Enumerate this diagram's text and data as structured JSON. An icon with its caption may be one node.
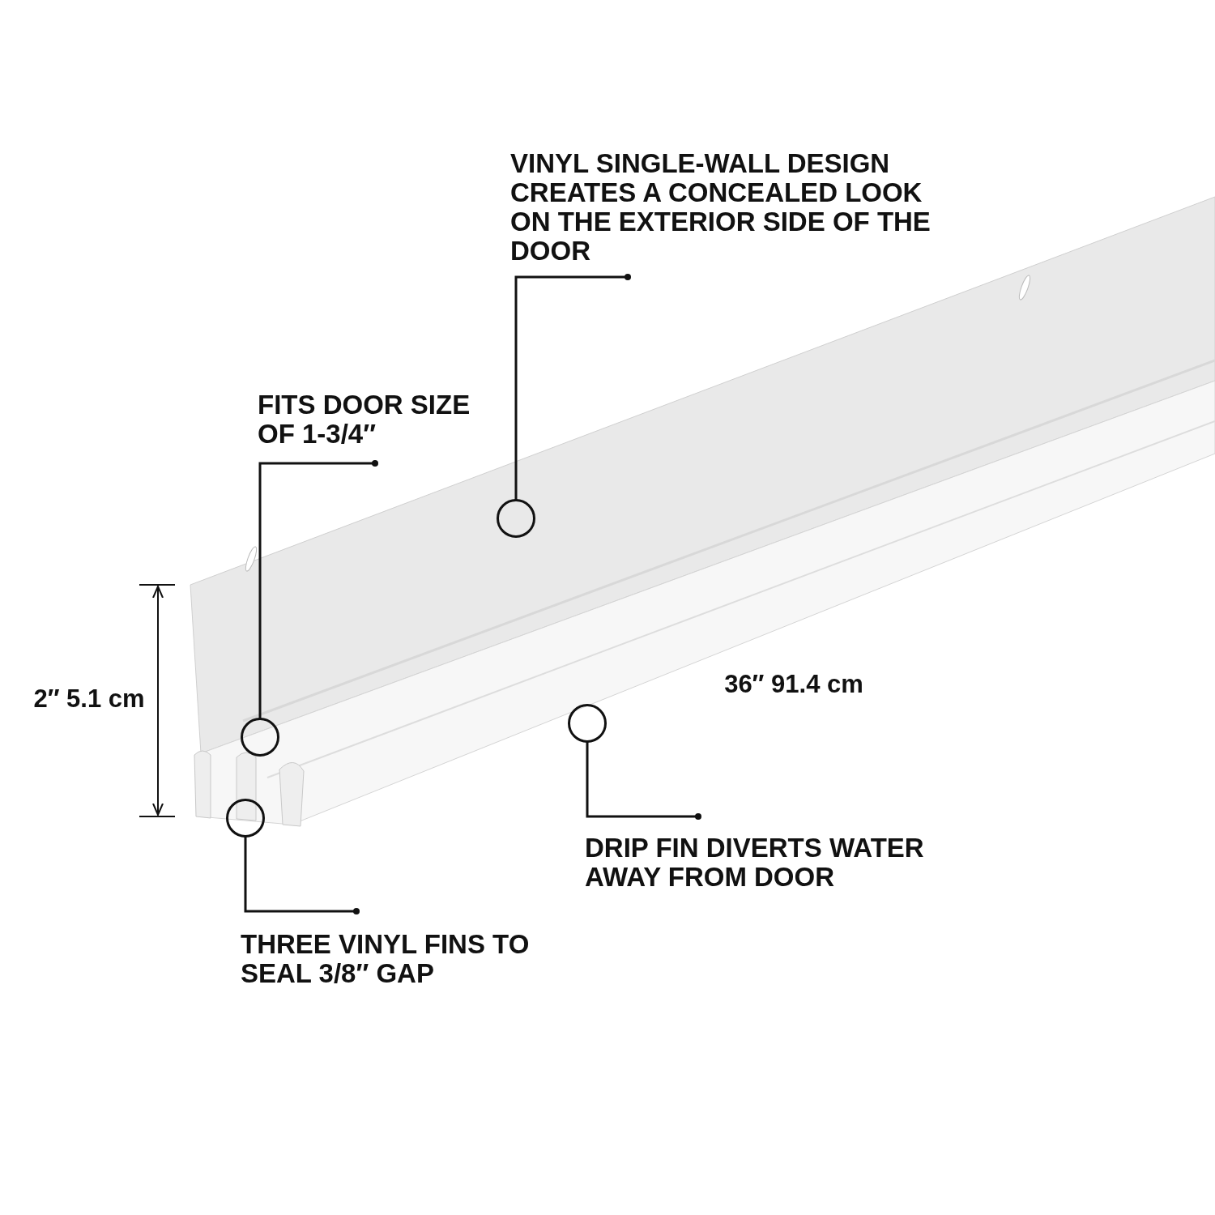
{
  "diagram": {
    "nodes": [
      {
        "text": [
          "VINYL SINGLE-WALL DESIGN CREATES A CONCEALED LOOK ON THE EXTERIOR SIDE OF THE DOOR"
        ]
      },
      {
        "text": [],
        "shape": "circle"
      },
      {
        "text": [
          "FITS DOOR SIZE OF 1-3/4″"
        ]
      },
      {
        "text": [],
        "shape": "circle"
      },
      {
        "text": [
          "DRIP FIN DIVERTS WATER AWAY FROM DOOR"
        ]
      },
      {
        "text": [],
        "shape": "circle"
      },
      {
        "text": [
          "THREE VINYL FINS TO SEAL 3/8″ GAP"
        ]
      },
      {
        "text": [],
        "shape": "circle"
      }
    ],
    "edges": [
      {
        "from": 0,
        "to": 1,
        "arrow": "other"
      },
      {
        "from": 2,
        "to": 3,
        "arrow": "other"
      },
      {
        "from": 4,
        "to": 5,
        "arrow": "other"
      },
      {
        "from": 6,
        "to": 7,
        "arrow": "other"
      }
    ],
    "labels": [
      "2″ 5.1 cm",
      "36″ 91.4 cm"
    ]
  }
}
